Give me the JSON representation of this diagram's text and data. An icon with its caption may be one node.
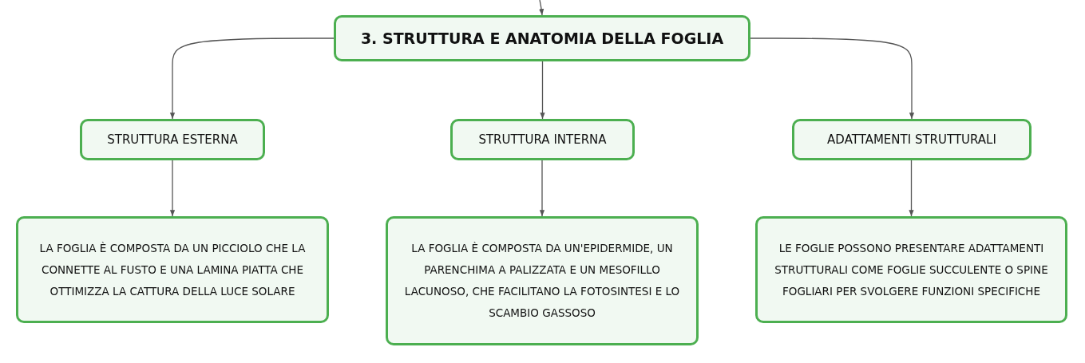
{
  "diagram": {
    "nodes": [
      {
        "text": [
          "3. STRUTTURA E ANATOMIA DELLA FOGLIA"
        ]
      },
      {
        "text": [
          "STRUTTURA ESTERNA"
        ]
      },
      {
        "text": [
          "STRUTTURA INTERNA"
        ]
      },
      {
        "text": [
          "ADATTAMENTI STRUTTURALI"
        ]
      },
      {
        "text": [
          "LA FOGLIA È COMPOSTA DA UN PICCIOLO CHE LA CONNETTE AL FUSTO E UNA LAMINA PIATTA CHE OTTIMIZZA LA CATTURA DELLA LUCE SOLARE"
        ]
      },
      {
        "text": [
          "LA FOGLIA È COMPOSTA DA UN'EPIDERMIDE, UN PARENCHIMA A PALIZZATA E UN MESOFILLO LACUNOSO, CHE FACILITANO LA FOTOSINTESI E LO SCAMBIO GASSOSO"
        ]
      },
      {
        "text": [
          "LE FOGLIE POSSONO PRESENTARE ADATTAMENTI STRUTTURALI COME FOGLIE SUCCULENTE O SPINE FOGLIARI PER SVOLGERE FUNZIONI SPECIFICHE"
        ]
      }
    ],
    "edges": [
      {
        "from": null,
        "to": 0,
        "arrow": "to"
      },
      {
        "from": 0,
        "to": 1,
        "arrow": "to"
      },
      {
        "from": 0,
        "to": 2,
        "arrow": "to"
      },
      {
        "from": 0,
        "to": 3,
        "arrow": "to"
      },
      {
        "from": 1,
        "to": 4,
        "arrow": "to"
      },
      {
        "from": 2,
        "to": 5,
        "arrow": "to"
      },
      {
        "from": 3,
        "to": 6,
        "arrow": "to"
      }
    ]
  }
}
